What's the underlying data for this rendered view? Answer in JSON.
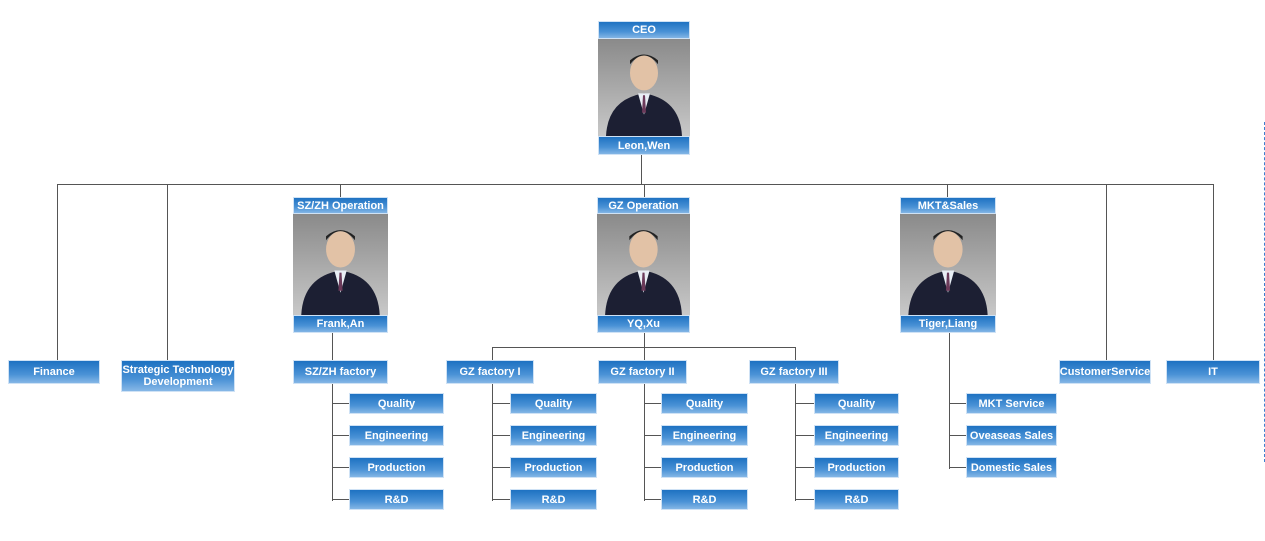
{
  "ceo": {
    "title": "CEO",
    "name": "Leon,Wen"
  },
  "top_departments": [
    "Finance",
    "Strategic Technology Development",
    "CustomerService",
    "IT"
  ],
  "operations": [
    {
      "title": "SZ/ZH Operation",
      "name": "Frank,An"
    },
    {
      "title": "GZ Operation",
      "name": "YQ,Xu"
    },
    {
      "title": "MKT&Sales",
      "name": "Tiger,Liang"
    }
  ],
  "factories": [
    "SZ/ZH factory",
    "GZ factory I",
    "GZ factory II",
    "GZ factory III"
  ],
  "factory_units": [
    "Quality",
    "Engineering",
    "Production",
    "R&D"
  ],
  "sales_units": [
    "MKT Service",
    "Oveaseas Sales",
    "Domestic Sales"
  ]
}
